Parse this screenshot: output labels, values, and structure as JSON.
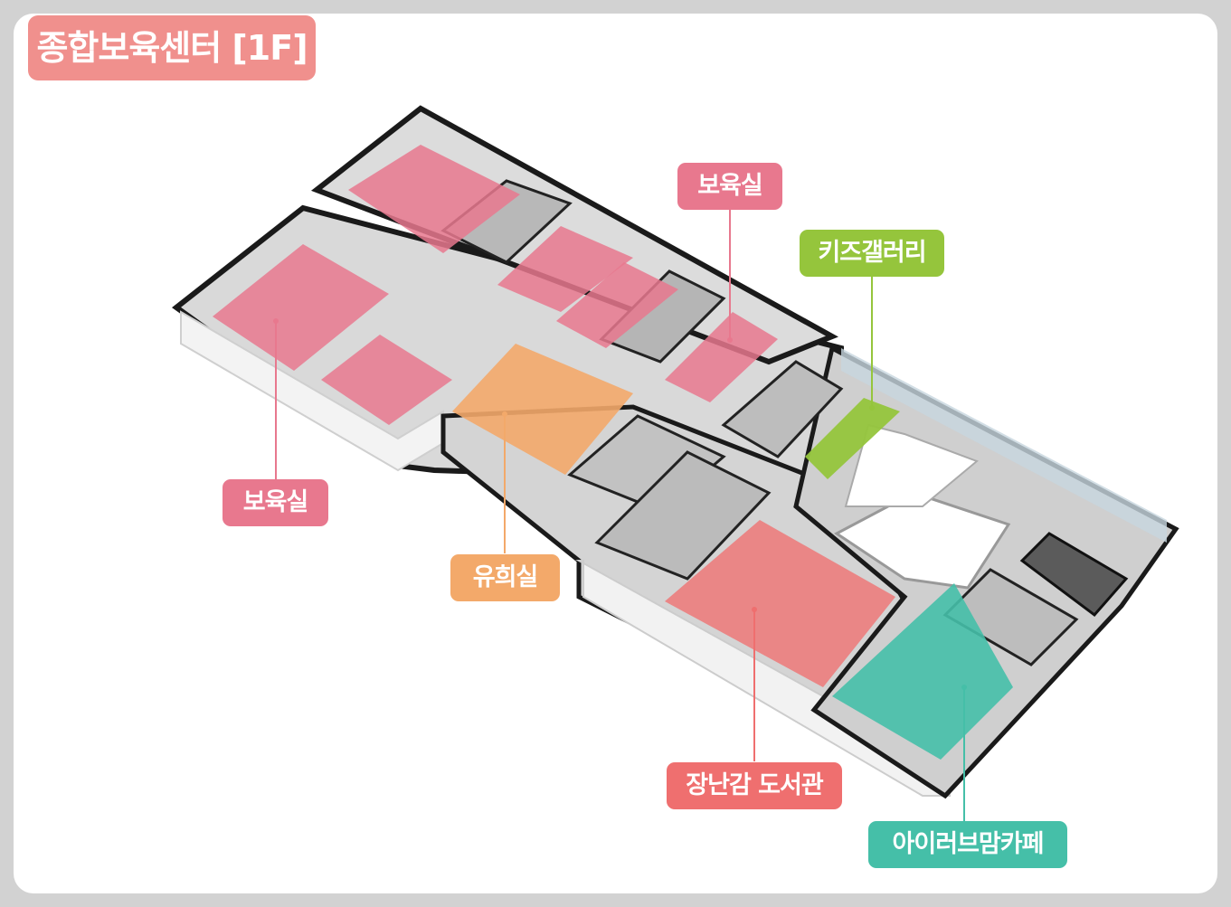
{
  "title": "종합보육센터 [1F]",
  "labels": {
    "childcare_top": "보육실",
    "childcare_left": "보육실",
    "kids_gallery": "키즈갤러리",
    "playroom": "유희실",
    "toy_library": "장난감 도서관",
    "cafe": "아이러브맘카페"
  },
  "colors": {
    "background": "#d2d2d2",
    "title_badge": "#f0908d",
    "childcare": "#e8788e",
    "kids_gallery": "#95c53c",
    "playroom": "#f3a96a",
    "toy_library": "#ef6f6f",
    "cafe": "#45bfa8"
  }
}
